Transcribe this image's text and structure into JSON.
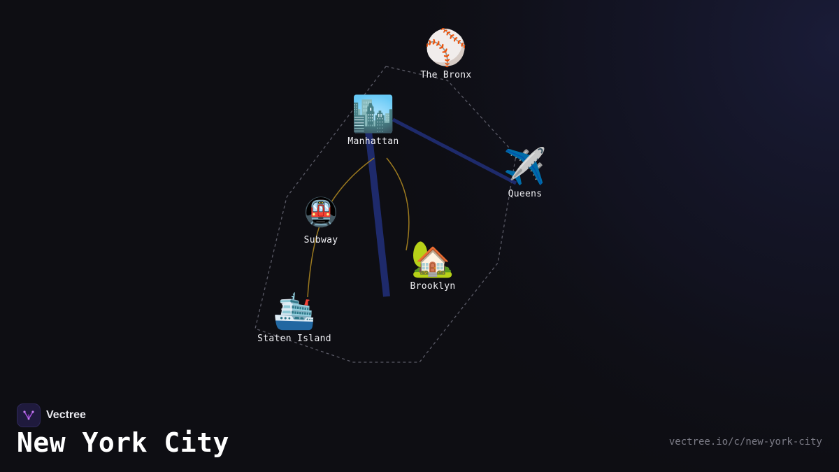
{
  "brand": {
    "name": "Vectree",
    "logo_icon": "vectree-logo-icon"
  },
  "page": {
    "title": "New York City",
    "url": "vectree.io/c/new-york-city"
  },
  "colors": {
    "background": "#0e0e13",
    "thick_edge": "#1e2a6b",
    "thin_edge": "#9c7a1f",
    "boundary": "#5a5a66",
    "logo_accent": "#a24fd8"
  },
  "nodes": [
    {
      "id": "bronx",
      "label": "The Bronx",
      "emoji": "⚾",
      "icon": "baseball-icon"
    },
    {
      "id": "manhattan",
      "label": "Manhattan",
      "emoji": "🏙️",
      "icon": "cityscape-icon"
    },
    {
      "id": "queens",
      "label": "Queens",
      "emoji": "✈️",
      "icon": "airplane-icon"
    },
    {
      "id": "subway",
      "label": "Subway",
      "emoji": "🚇",
      "icon": "metro-icon"
    },
    {
      "id": "brooklyn",
      "label": "Brooklyn",
      "emoji": "🏡",
      "icon": "house-with-garden-icon"
    },
    {
      "id": "staten",
      "label": "Staten Island",
      "emoji": "🛳️",
      "icon": "ship-icon"
    }
  ],
  "edges": [
    {
      "from": "manhattan",
      "to": "queens",
      "style": "thick"
    },
    {
      "from": "manhattan",
      "to": "brooklyn",
      "style": "thick"
    },
    {
      "from": "manhattan",
      "to": "subway",
      "style": "thin"
    },
    {
      "from": "manhattan",
      "to": "brooklyn",
      "style": "thin"
    },
    {
      "from": "subway",
      "to": "staten",
      "style": "thin"
    }
  ]
}
